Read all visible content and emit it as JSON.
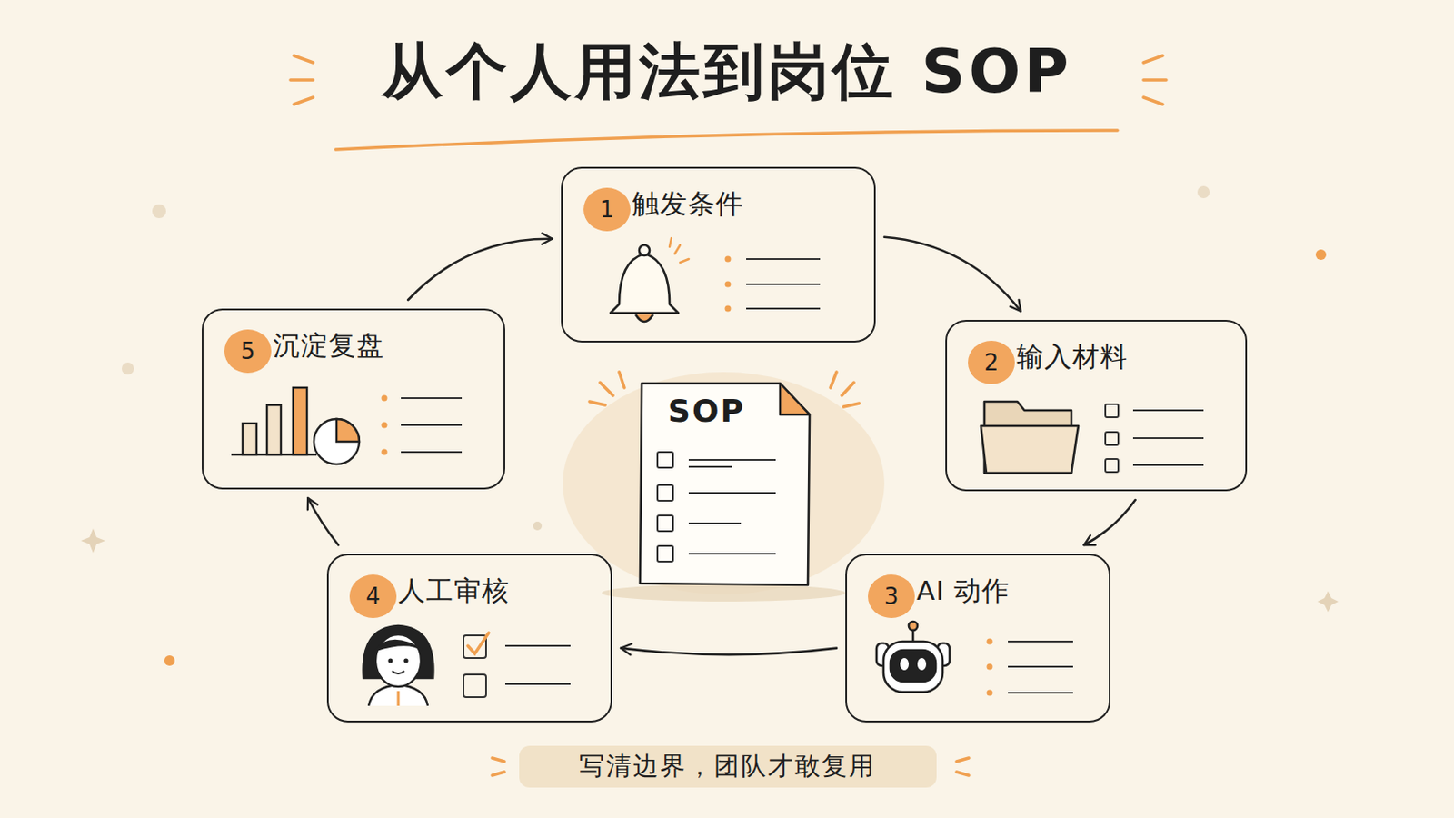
{
  "diagram": {
    "title": "从个人用法到岗位 SOP",
    "caption": "写清边界，团队才敢复用",
    "nodes": [
      {
        "text": [
          "触发条件"
        ]
      },
      {
        "text": [
          "1"
        ],
        "in": 0
      },
      {
        "text": [
          "输入材料"
        ]
      },
      {
        "text": [
          "2"
        ],
        "in": 2
      },
      {
        "text": [
          "AI 动作"
        ]
      },
      {
        "text": [
          "3"
        ],
        "in": 4
      },
      {
        "text": [
          "人工审核"
        ]
      },
      {
        "text": [
          "4"
        ],
        "in": 6
      },
      {
        "text": [
          "沉淀复盘"
        ]
      },
      {
        "text": [
          "5"
        ],
        "in": 8
      },
      {
        "text": [
          "SOP"
        ]
      }
    ],
    "edges": [
      {
        "from": 0,
        "to": 2,
        "arrow": "to"
      },
      {
        "from": 2,
        "to": 4,
        "arrow": "to"
      },
      {
        "from": 4,
        "to": 6,
        "arrow": "to"
      },
      {
        "from": 6,
        "to": 8,
        "arrow": "to"
      },
      {
        "from": 8,
        "to": 0,
        "arrow": "to"
      }
    ]
  }
}
